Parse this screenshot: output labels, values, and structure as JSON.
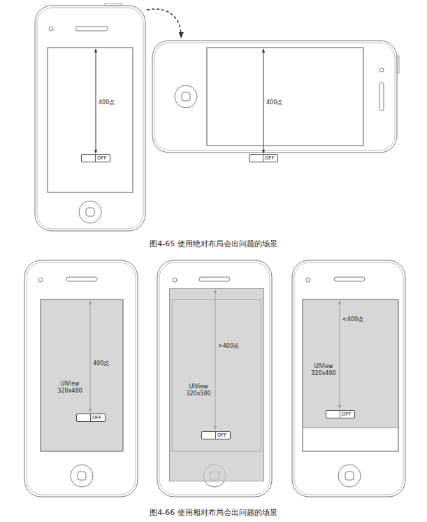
{
  "diagram": {
    "nodes": [
      {
        "text": [
          "OFF"
        ]
      },
      {
        "text": [
          "OFF"
        ]
      },
      {
        "text": [
          "UIView 320x480"
        ]
      },
      {
        "text": [
          "OFF"
        ],
        "in": 2
      },
      {
        "text": [
          "UIView 320x500"
        ]
      },
      {
        "text": [
          "OFF"
        ],
        "in": 4
      },
      {
        "text": [
          "UIView 320x400"
        ]
      },
      {
        "text": [
          "OFF"
        ],
        "in": 6
      }
    ],
    "labels": [
      "400点",
      "400点",
      "图4-65  使用绝对布局会出问题的场景",
      "400点",
      ">400点",
      "<400点",
      "图4-66  使用相对布局会出问题的场景"
    ]
  }
}
